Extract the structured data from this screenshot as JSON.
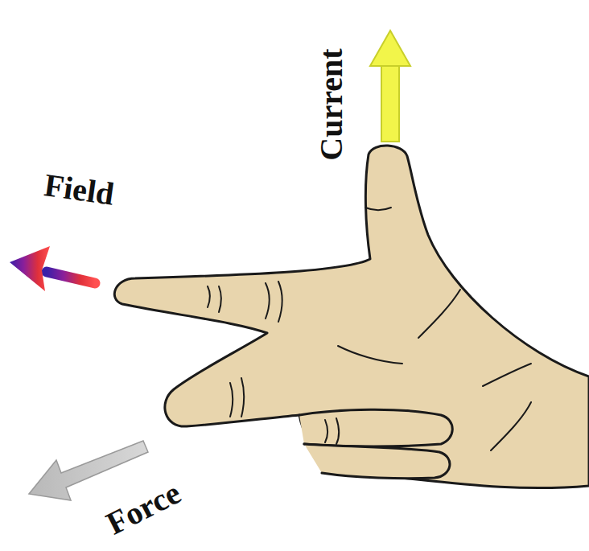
{
  "diagram": {
    "labels": [
      "Current",
      "Field",
      "Force"
    ]
  }
}
